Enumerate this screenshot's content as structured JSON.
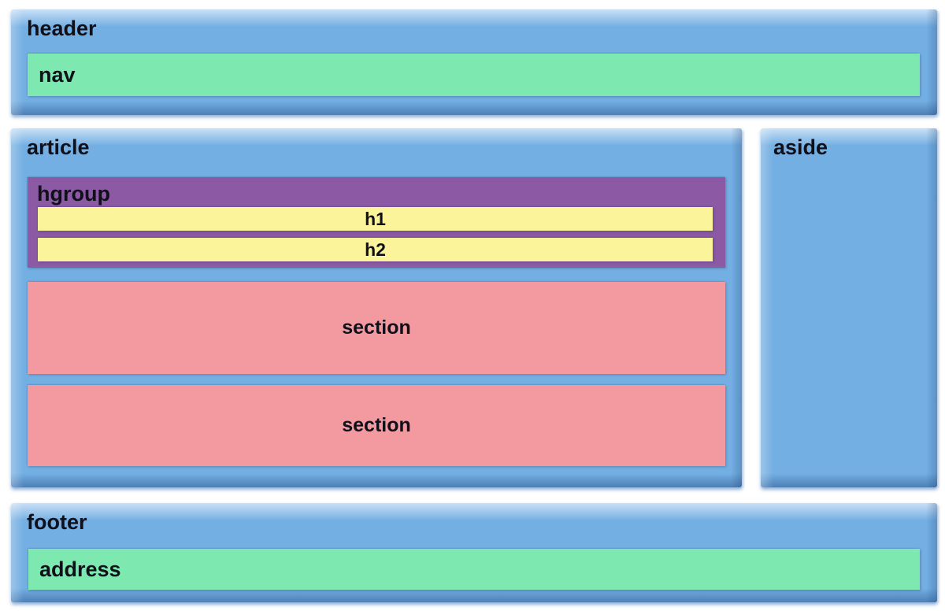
{
  "colors": {
    "blue_main": "#74afe3",
    "blue_highlight": "#c9e0f6",
    "blue_shadow": "#4d80b5",
    "green": "#7de9b1",
    "pink": "#f29aa0",
    "purple": "#8c5aa5",
    "yellow": "#fbf49a",
    "label_text": "#10101a",
    "page_background": "#ffffff"
  },
  "blocks": {
    "header": {
      "label": "header",
      "nav": {
        "label": "nav"
      }
    },
    "article": {
      "label": "article",
      "hgroup": {
        "label": "hgroup",
        "h1_label": "h1",
        "h2_label": "h2"
      },
      "sections": [
        "section",
        "section"
      ]
    },
    "aside": {
      "label": "aside"
    },
    "footer": {
      "label": "footer",
      "address": {
        "label": "address"
      }
    }
  }
}
